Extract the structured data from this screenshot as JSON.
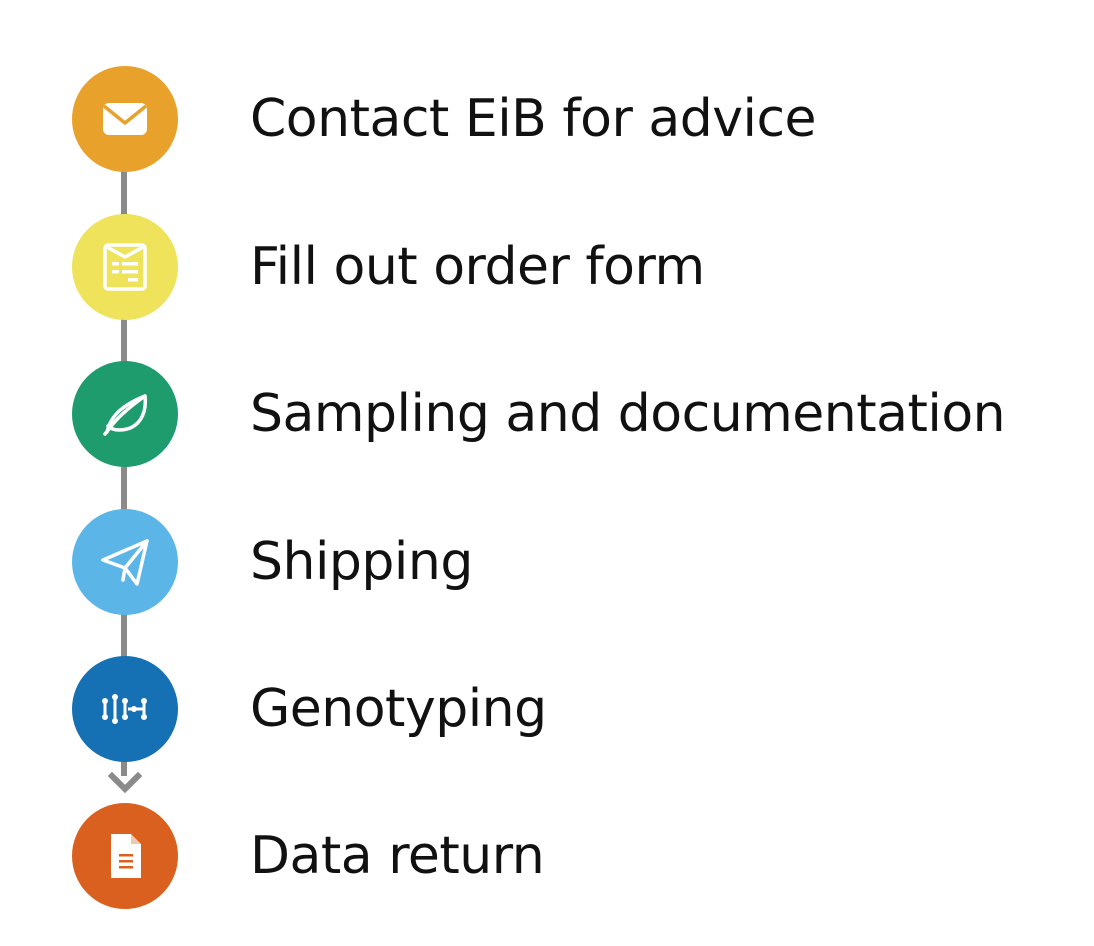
{
  "steps": [
    {
      "label": "Contact EiB for advice",
      "icon": "envelope-icon",
      "color": "#E8A22C"
    },
    {
      "label": "Fill out order form",
      "icon": "order-form-icon",
      "color": "#EEE35A"
    },
    {
      "label": "Sampling and documentation",
      "icon": "leaf-icon",
      "color": "#1E9C6E"
    },
    {
      "label": "Shipping",
      "icon": "paper-plane-icon",
      "color": "#5BB6E7"
    },
    {
      "label": "Genotyping",
      "icon": "genotyping-icon",
      "color": "#1571B3"
    },
    {
      "label": "Data return",
      "icon": "document-icon",
      "color": "#D9601E"
    }
  ],
  "connector_color": "#8a8a8a"
}
